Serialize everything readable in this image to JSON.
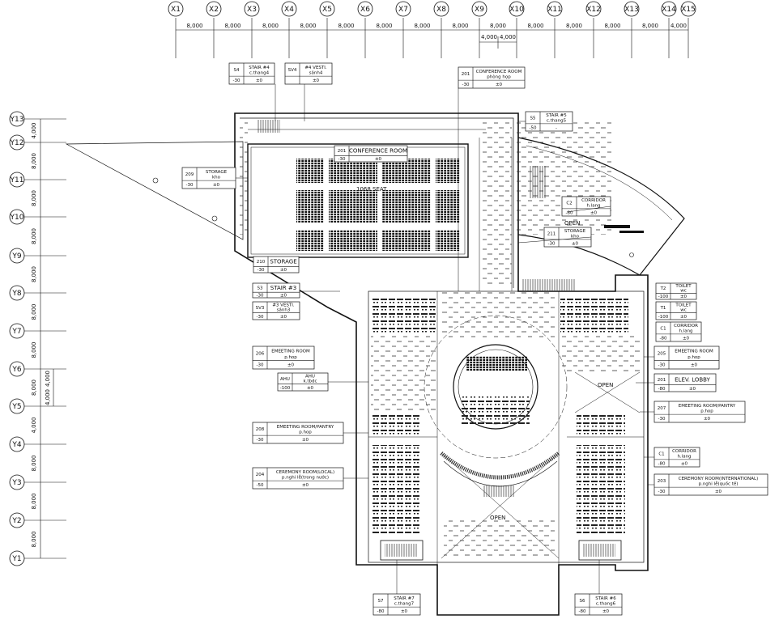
{
  "grid": {
    "x_labels": [
      "X1",
      "X2",
      "X3",
      "X4",
      "X5",
      "X6",
      "X7",
      "X8",
      "X9",
      "X10",
      "X11",
      "X12",
      "X13",
      "X14",
      "X15"
    ],
    "x_spans": [
      "8,000",
      "8,000",
      "8,000",
      "8,000",
      "8,000",
      "8,000",
      "8,000",
      "8,000",
      "8,000",
      "8,000",
      "8,000",
      "8,000",
      "8,000",
      "4,000"
    ],
    "x_sub_spans": [
      "4,000",
      "4,000"
    ],
    "y_labels": [
      "Y13",
      "Y12",
      "Y11",
      "Y10",
      "Y9",
      "Y8",
      "Y7",
      "Y6",
      "Y5",
      "Y4",
      "Y3",
      "Y2",
      "Y1"
    ],
    "y_spans": [
      "4,000",
      "8,000",
      "8,000",
      "8,000",
      "8,000",
      "8,000",
      "8,000",
      "8,000",
      "4,000",
      "8,000",
      "8,000",
      "8,000",
      "8,000"
    ],
    "y_sub_spans": [
      "4,000",
      "4,000"
    ]
  },
  "rooms": {
    "r201": {
      "code": "201",
      "name": "CONFERENCE ROOM",
      "sub": "phòng họp",
      "lvl": "-30",
      "h": "±0"
    },
    "r201b": {
      "code": "201",
      "name": "CONFERENCE ROOM",
      "lvl": "-30",
      "h": "±0"
    },
    "seats": "1068 SEAT",
    "s4": {
      "code": "S4",
      "name": "STAIR #4",
      "sub": "c.thang4",
      "lvl": "-30",
      "h": "±0"
    },
    "sv4": {
      "code": "SV4",
      "name": "#4 VESTI.",
      "sub": "sảnh4",
      "h": "±0"
    },
    "s5": {
      "code": "S5",
      "name": "STAIR #5",
      "sub": "c.thang5",
      "lvl": "-50",
      "h": "-"
    },
    "r209": {
      "code": "209",
      "name": "STORAGE",
      "sub": "kho",
      "lvl": "-30",
      "h": "±0"
    },
    "r210": {
      "code": "210",
      "name": "STORAGE",
      "lvl": "-30",
      "h": "±0"
    },
    "c2": {
      "code": "C2",
      "name": "CORRIDOR",
      "sub": "h.lang",
      "lvl": "-80",
      "h": "±0"
    },
    "r211": {
      "code": "211",
      "name": "STORAGE",
      "sub": "kho",
      "lvl": "-30",
      "h": "±0"
    },
    "s3": {
      "code": "S3",
      "name": "STAIR #3",
      "lvl": "-30",
      "h": "±0"
    },
    "sv3": {
      "code": "SV3",
      "name": "#3 VESTI.",
      "sub": "sảnh3",
      "lvl": "-30",
      "h": "±0"
    },
    "t2": {
      "code": "T2",
      "name": "TOILET",
      "sub": "wc",
      "lvl": "-100",
      "h": "±0"
    },
    "t1": {
      "code": "T1",
      "name": "TOILET",
      "sub": "wc",
      "lvl": "-100",
      "h": "±0"
    },
    "c1a": {
      "code": "C1",
      "name": "CORRIDOR",
      "sub": "h.lang",
      "lvl": "-80",
      "h": "±0"
    },
    "r206": {
      "code": "206",
      "name": "EMEETING ROOM",
      "sub": "p.hop",
      "lvl": "-30",
      "h": "±0"
    },
    "r205": {
      "code": "205",
      "name": "EMEETING ROOM",
      "sub": "p.hop",
      "lvl": "-30",
      "h": "±0"
    },
    "ahu": {
      "code": "AHU",
      "name": "AHU",
      "sub": "k.tbdc",
      "lvl": "-100",
      "h": "±0"
    },
    "r201e": {
      "code": "201",
      "name": "ELEV. LOBBY",
      "lvl": "-80",
      "h": "±0"
    },
    "r208": {
      "code": "208",
      "name": "EMEETING ROOM/PANTRY",
      "sub": "p.hop",
      "lvl": "-30",
      "h": "±0"
    },
    "r207": {
      "code": "207",
      "name": "EMEETING ROOM/PANTRY",
      "sub": "p.hop",
      "lvl": "-30",
      "h": "±0"
    },
    "c1b": {
      "code": "C1",
      "name": "CORRIDOR",
      "sub": "h.lang",
      "lvl": "-80",
      "h": "±0"
    },
    "r204": {
      "code": "204",
      "name": "CEREMONY ROOM(LOCAL)",
      "sub": "p.nghi lễ(trong nước)",
      "lvl": "-50",
      "h": "±0"
    },
    "r203": {
      "code": "203",
      "name": "CEREMONY ROOM(INTERNATIONAL)",
      "sub": "p.nghi lễ(quốc tế)",
      "lvl": "-30",
      "h": "±0"
    },
    "s7": {
      "code": "S7",
      "name": "STAIR #7",
      "sub": "c.thang7",
      "lvl": "-80",
      "h": "±0"
    },
    "s6": {
      "code": "S6",
      "name": "STAIR #6",
      "sub": "c.thang6",
      "lvl": "-80",
      "h": "±0"
    },
    "open": "OPEN"
  }
}
